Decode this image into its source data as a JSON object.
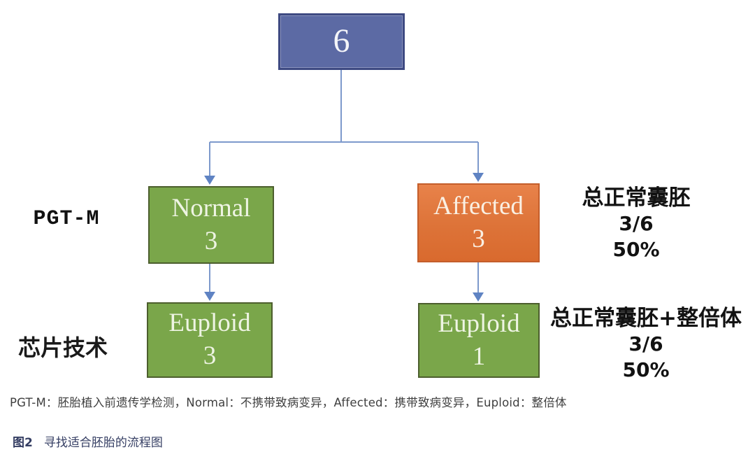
{
  "flowchart": {
    "root": {
      "value": "6"
    },
    "nodes": {
      "normal": {
        "label": "Normal",
        "value": "3"
      },
      "affected": {
        "label": "Affected",
        "value": "3"
      },
      "euploid_left": {
        "label": "Euploid",
        "value": "3"
      },
      "euploid_right": {
        "label": "Euploid",
        "value": "1"
      }
    },
    "row_labels": {
      "pgt_m": "PGT-M",
      "chip": "芯片技术"
    },
    "annotations": {
      "normal_total": {
        "title": "总正常囊胚",
        "fraction": "3/6",
        "percent": "50%"
      },
      "euploid_total": {
        "title": "总正常囊胚+整倍体",
        "fraction": "3/6",
        "percent": "50%"
      }
    }
  },
  "legend_text": "PGT-M：胚胎植入前遗传学检测，Normal：不携带致病变异，Affected：携带致病变异，Euploid：整倍体",
  "figure_caption": {
    "tag": "图2",
    "title": "寻找适合胚胎的流程图"
  },
  "colors": {
    "root_fill": "#5c6aa4",
    "root_border": "#3e4a82",
    "green_fill": "#7aa64a",
    "green_border": "#4c5e2d",
    "orange_fill": "#dd7338",
    "orange_border": "#c45e2b",
    "connector": "#7d99cc",
    "arrowhead": "#5f83c3",
    "caption_navy": "#353e63",
    "legend_gray": "#3f3f3f"
  }
}
